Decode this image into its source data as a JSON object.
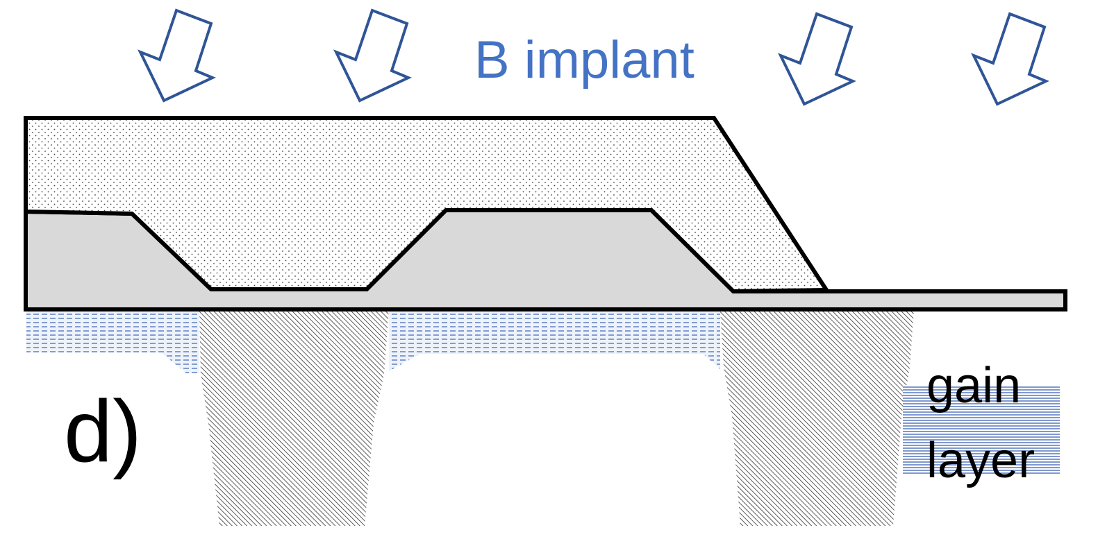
{
  "labels": {
    "implant": "B implant",
    "panel": "d)",
    "gain_line1": "gain",
    "gain_line2": "layer"
  },
  "colors": {
    "implant_text": "#4472c4",
    "arrow_stroke": "#2f5597",
    "outline": "#000000",
    "oxide_fill": "#d9d9d9",
    "resist_dots": "#444444",
    "gain_lines": "#3b62b3",
    "trench_hatch": "#333333",
    "background": "#ffffff"
  },
  "icons": {
    "arrow": "down-left-arrow-icon"
  }
}
